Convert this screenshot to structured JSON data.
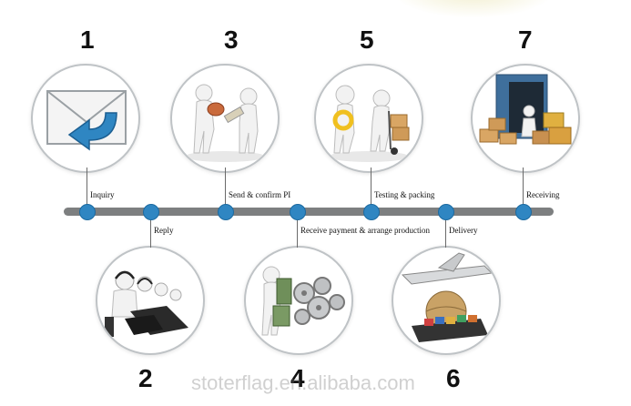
{
  "steps": [
    {
      "number": "1",
      "label": "Inquiry"
    },
    {
      "number": "2",
      "label": "Reply"
    },
    {
      "number": "3",
      "label": "Send & confirm PI"
    },
    {
      "number": "4",
      "label": "Receive payment & arrange production"
    },
    {
      "number": "5",
      "label": "Testing & packing"
    },
    {
      "number": "6",
      "label": "Delivery"
    },
    {
      "number": "7",
      "label": "Receiving"
    }
  ],
  "watermark": "stoterflag.en.alibaba.com",
  "colors": {
    "timeline": "#7d7f80",
    "node": "#2f86c2",
    "circle_border": "#bfc3c6"
  },
  "icons": [
    "mail-reply-icon",
    "call-center-icon",
    "handshake-icon",
    "money-production-icon",
    "testing-packing-icon",
    "delivery-icon",
    "warehouse-icon"
  ]
}
